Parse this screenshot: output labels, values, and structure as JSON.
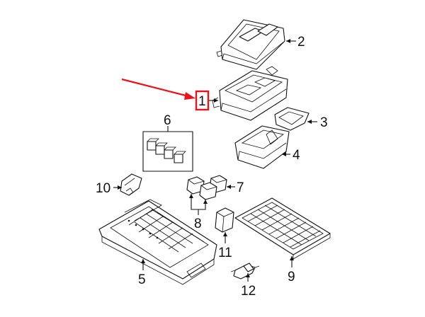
{
  "diagram": {
    "highlight_color": "#e8141b",
    "line_color": "#111111",
    "background": "#ffffff",
    "callouts": [
      {
        "id": "1",
        "label": "1"
      },
      {
        "id": "2",
        "label": "2"
      },
      {
        "id": "3",
        "label": "3"
      },
      {
        "id": "4",
        "label": "4"
      },
      {
        "id": "5",
        "label": "5"
      },
      {
        "id": "6",
        "label": "6"
      },
      {
        "id": "7",
        "label": "7"
      },
      {
        "id": "8",
        "label": "8"
      },
      {
        "id": "9",
        "label": "9"
      },
      {
        "id": "10",
        "label": "10"
      },
      {
        "id": "11",
        "label": "11"
      },
      {
        "id": "12",
        "label": "12"
      }
    ]
  }
}
